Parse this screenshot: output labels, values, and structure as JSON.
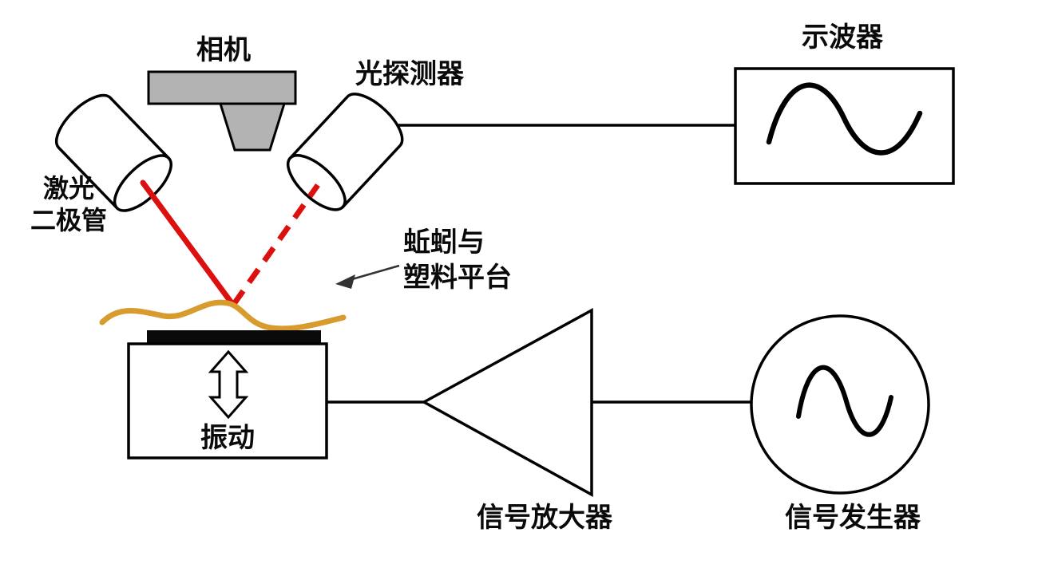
{
  "diagram": {
    "title_implicit": "earthworm vibration laser measurement setup",
    "labels": {
      "camera": "相机",
      "photodetector": "光探测器",
      "oscilloscope": "示波器",
      "laser_diode_line1": "激光",
      "laser_diode_line2": "二极管",
      "platform_line1": "蚯蚓与",
      "platform_line2": "塑料平台",
      "vibration": "振动",
      "signal_amplifier": "信号放大器",
      "signal_generator": "信号发生器"
    },
    "colors": {
      "laser_beam": "#dd1010",
      "earthworm": "#d79b2e",
      "camera_body": "#b3b3b3",
      "outline": "#000000",
      "background": "#ffffff"
    },
    "icons": {
      "oscilloscope_wave": "sine-wave",
      "generator_wave": "sine-wave",
      "vibration_arrow": "double-headed-vertical-arrow",
      "annotation_arrow": "pointer-arrow"
    }
  }
}
